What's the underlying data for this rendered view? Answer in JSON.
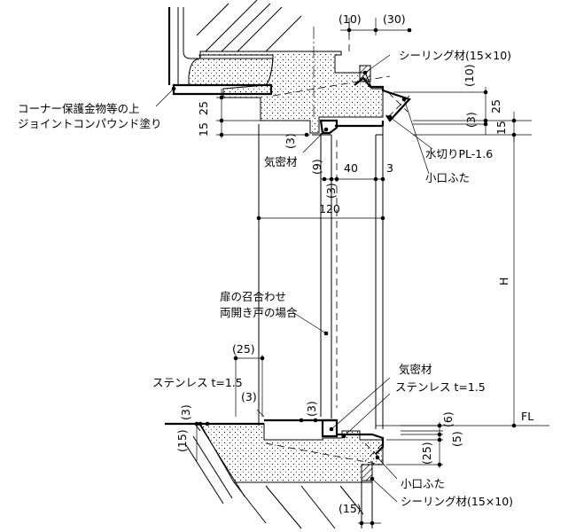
{
  "labels": {
    "corner_bead_line1": "コーナー保護金物等の上",
    "corner_bead_line2": "ジョイントコンパウンド塗り",
    "sealing_top": "シーリング材(15×10)",
    "airtight_top": "気密材",
    "flashing": "水切りPL-1.6",
    "small_end_cover_top": "小口ふた",
    "door_meeting_line1": "扉の召合わせ",
    "door_meeting_line2": "両開き戸の場合",
    "airtight_bottom": "気密材",
    "stainless_left": "ステンレス t=1.5",
    "stainless_right": "ステンレス t=1.5",
    "small_end_cover_bottom": "小口ふた",
    "sealing_bottom": "シーリング材(15×10)",
    "floor_level": "FL",
    "height": "H"
  },
  "dimensions": {
    "top_10": "(10)",
    "top_30": "(30)",
    "right_10": "(10)",
    "right_25": "25",
    "right_3": "(3)",
    "right_15": "15",
    "left_15": "15",
    "left_25": "25",
    "left_3": "(3)",
    "mid_9": "(9)",
    "mid_40": "40",
    "mid_3": "3",
    "mid_3b": "(3)",
    "width_120": "120",
    "bot_25": "(25)",
    "bot_3a": "(3)",
    "bot_3b": "(3)",
    "bot_3c": "(3)",
    "bot_15": "(15)",
    "bot_6": "(6)",
    "bot_5": "(5)",
    "bot_25b": "(25)",
    "bot_15b": "(15)"
  }
}
